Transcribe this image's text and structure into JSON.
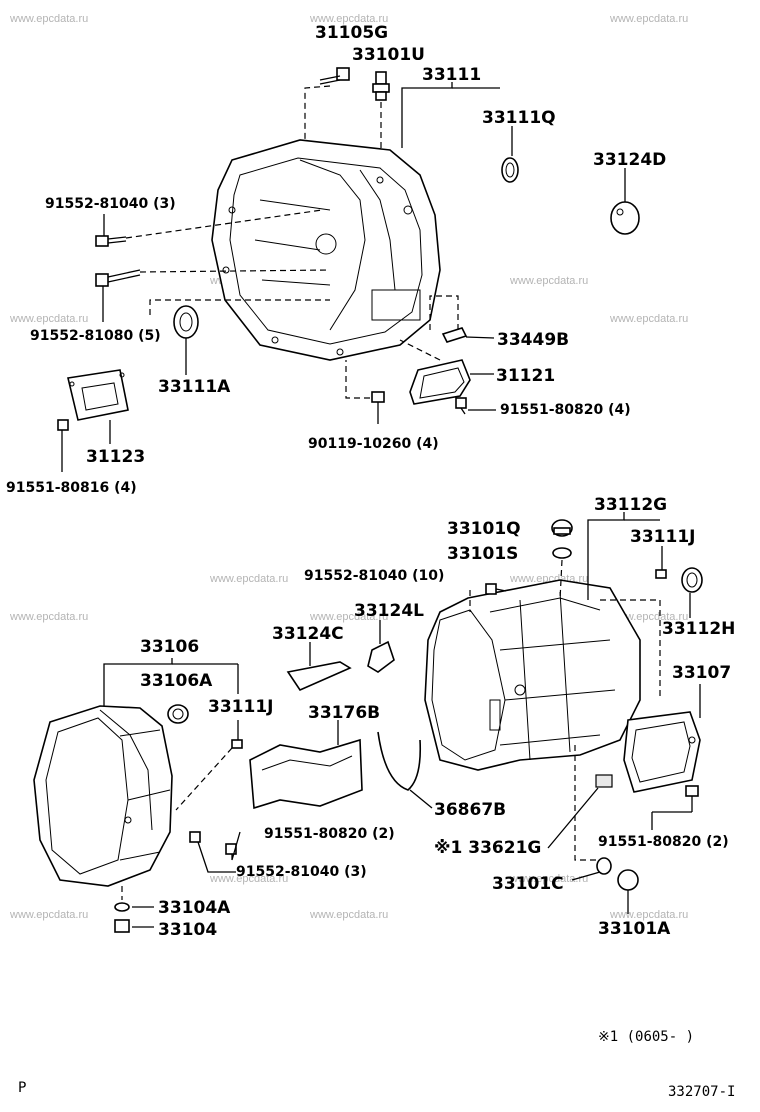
{
  "watermark": "www.epcdata.ru",
  "labels": {
    "p31105G": "31105G",
    "p33101U": "33101U",
    "p33111": "33111",
    "p33111Q": "33111Q",
    "p33124D": "33124D",
    "p91552_81040_3a": "91552-81040 (3)",
    "p91552_81080_5": "91552-81080 (5)",
    "p33449B": "33449B",
    "p31121": "31121",
    "p33111A": "33111A",
    "p91551_80820_4": "91551-80820 (4)",
    "p31123": "31123",
    "p90119_10260_4": "90119-10260 (4)",
    "p91551_80816_4": "91551-80816 (4)",
    "p33112G": "33112G",
    "p33101Q": "33101Q",
    "p33111J_top": "33111J",
    "p33101S": "33101S",
    "p91552_81040_10": "91552-81040 (10)",
    "p33124L": "33124L",
    "p33112H": "33112H",
    "p33124C": "33124C",
    "p33106": "33106",
    "p33107": "33107",
    "p33106A": "33106A",
    "p33111J_low": "33111J",
    "p33176B": "33176B",
    "p36867B": "36867B",
    "p91551_80820_2a": "91551-80820 (2)",
    "p91551_80820_2b": "91551-80820 (2)",
    "p33621G": "※1 33621G",
    "p91552_81040_3b": "91552-81040 (3)",
    "p33101C": "33101C",
    "p33104A": "33104A",
    "p33101A": "33101A",
    "p33104": "33104"
  },
  "footer": {
    "note": "※1 (0605-     )",
    "left_code": "P",
    "diagram_id": "332707-I"
  }
}
